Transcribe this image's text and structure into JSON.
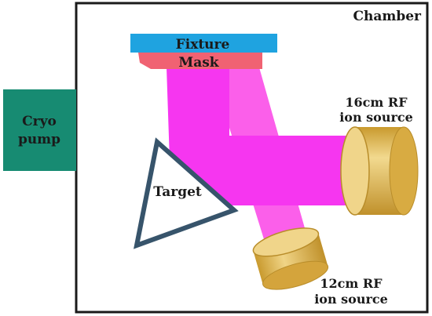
{
  "labels": {
    "chamber": "Chamber",
    "fixture": "Fixture",
    "mask": "Mask",
    "cryo_line1": "Cryo",
    "cryo_line2": "pump",
    "target": "Target",
    "src16_line1": "16cm RF",
    "src16_line2": "ion source",
    "src12_line1": "12cm RF",
    "src12_line2": "ion source"
  },
  "colors": {
    "chamber_border": "#1a1a1a",
    "cryo_pump": "#178b72",
    "fixture": "#1fa3e0",
    "mask": "#f06272",
    "beam_16cm": "#f636f0",
    "beam_12cm": "#fb5fea",
    "target_outline": "#37546b",
    "ion_source_body": "#ddb34d",
    "ion_source_face": "#f0d58a",
    "ion_source_edge": "#b98d2a"
  }
}
